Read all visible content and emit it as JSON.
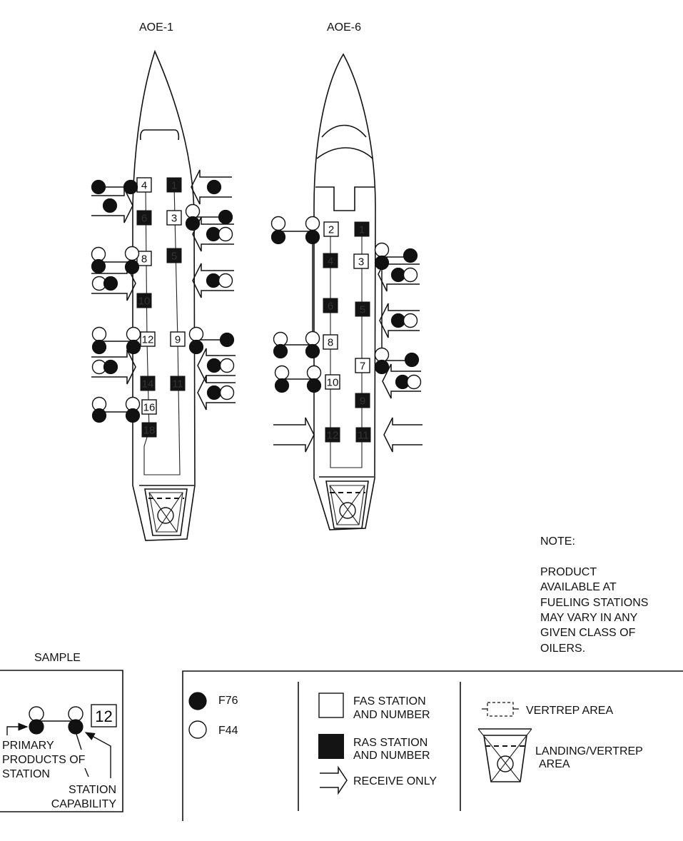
{
  "ships": {
    "aoe1": {
      "title": "AOE-1",
      "stations": [
        {
          "number": "4",
          "type": "FAS"
        },
        {
          "number": "1",
          "type": "RAS"
        },
        {
          "number": "6",
          "type": "RAS"
        },
        {
          "number": "3",
          "type": "FAS"
        },
        {
          "number": "8",
          "type": "FAS"
        },
        {
          "number": "5",
          "type": "RAS"
        },
        {
          "number": "10",
          "type": "RAS"
        },
        {
          "number": "12",
          "type": "FAS"
        },
        {
          "number": "9",
          "type": "FAS"
        },
        {
          "number": "14",
          "type": "RAS"
        },
        {
          "number": "11",
          "type": "RAS"
        },
        {
          "number": "16",
          "type": "FAS"
        },
        {
          "number": "18",
          "type": "RAS"
        }
      ]
    },
    "aoe6": {
      "title": "AOE-6",
      "stations": [
        {
          "number": "2",
          "type": "FAS"
        },
        {
          "number": "1",
          "type": "RAS"
        },
        {
          "number": "4",
          "type": "RAS"
        },
        {
          "number": "3",
          "type": "FAS"
        },
        {
          "number": "6",
          "type": "RAS"
        },
        {
          "number": "5",
          "type": "RAS"
        },
        {
          "number": "8",
          "type": "FAS"
        },
        {
          "number": "7",
          "type": "FAS"
        },
        {
          "number": "10",
          "type": "FAS"
        },
        {
          "number": "9",
          "type": "RAS"
        },
        {
          "number": "12",
          "type": "RAS"
        },
        {
          "number": "11",
          "type": "RAS"
        }
      ]
    }
  },
  "note": {
    "heading": "NOTE:",
    "lines": [
      "PRODUCT",
      "AVAILABLE AT",
      "FUELING STATIONS",
      "MAY VARY IN ANY",
      "GIVEN CLASS OF",
      "OILERS."
    ]
  },
  "sample": {
    "title": "SAMPLE",
    "station_number": "12",
    "primary_lines": [
      "PRIMARY",
      "PRODUCTS OF",
      "STATION"
    ],
    "capability_lines": [
      "STATION",
      "CAPABILITY"
    ]
  },
  "legend": {
    "f76": "F76",
    "f44": "F44",
    "fas": [
      "FAS STATION",
      "AND NUMBER"
    ],
    "ras": [
      "RAS STATION",
      "AND NUMBER"
    ],
    "receive": "RECEIVE ONLY",
    "vertrep": "VERTREP AREA",
    "landing": [
      "LANDING/VERTREP",
      "AREA"
    ]
  },
  "colors": {
    "ink": "#111111",
    "paper": "#ffffff"
  }
}
